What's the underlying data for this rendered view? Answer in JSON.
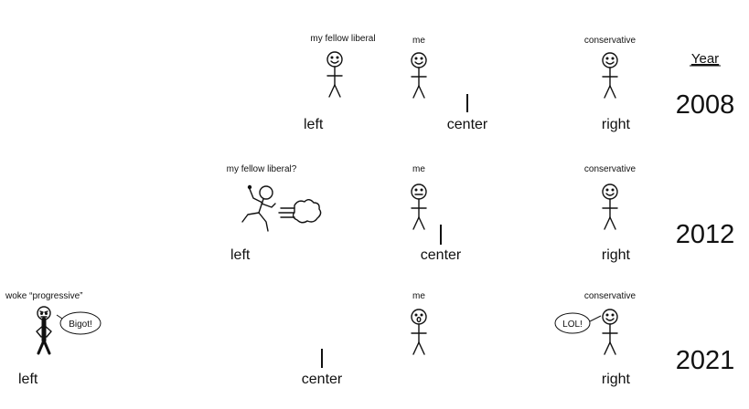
{
  "header": {
    "year_label": "Year"
  },
  "colors": {
    "left": "#4a74c9",
    "right": "#e0463c",
    "mid": "#6a3a7a"
  },
  "rows": [
    {
      "year": "2008",
      "axis": {
        "left": "left",
        "center": "center",
        "right": "right"
      },
      "figures": {
        "liberal": {
          "label": "my fellow liberal",
          "face": "smile"
        },
        "me": {
          "label": "me",
          "face": "smile"
        },
        "conservative": {
          "label": "conservative",
          "face": "smile"
        }
      }
    },
    {
      "year": "2012",
      "axis": {
        "left": "left",
        "center": "center",
        "right": "right"
      },
      "figures": {
        "liberal": {
          "label": "my fellow liberal?",
          "face": "running"
        },
        "me": {
          "label": "me",
          "face": "neutral"
        },
        "conservative": {
          "label": "conservative",
          "face": "smile"
        }
      }
    },
    {
      "year": "2021",
      "axis": {
        "left": "left",
        "center": "center",
        "right": "right"
      },
      "figures": {
        "progressive": {
          "label": "woke “progressive”",
          "speech": "Bigot!"
        },
        "me": {
          "label": "me",
          "face": "shocked"
        },
        "conservative": {
          "label": "conservative",
          "face": "smile",
          "speech": "LOL!"
        }
      }
    }
  ]
}
